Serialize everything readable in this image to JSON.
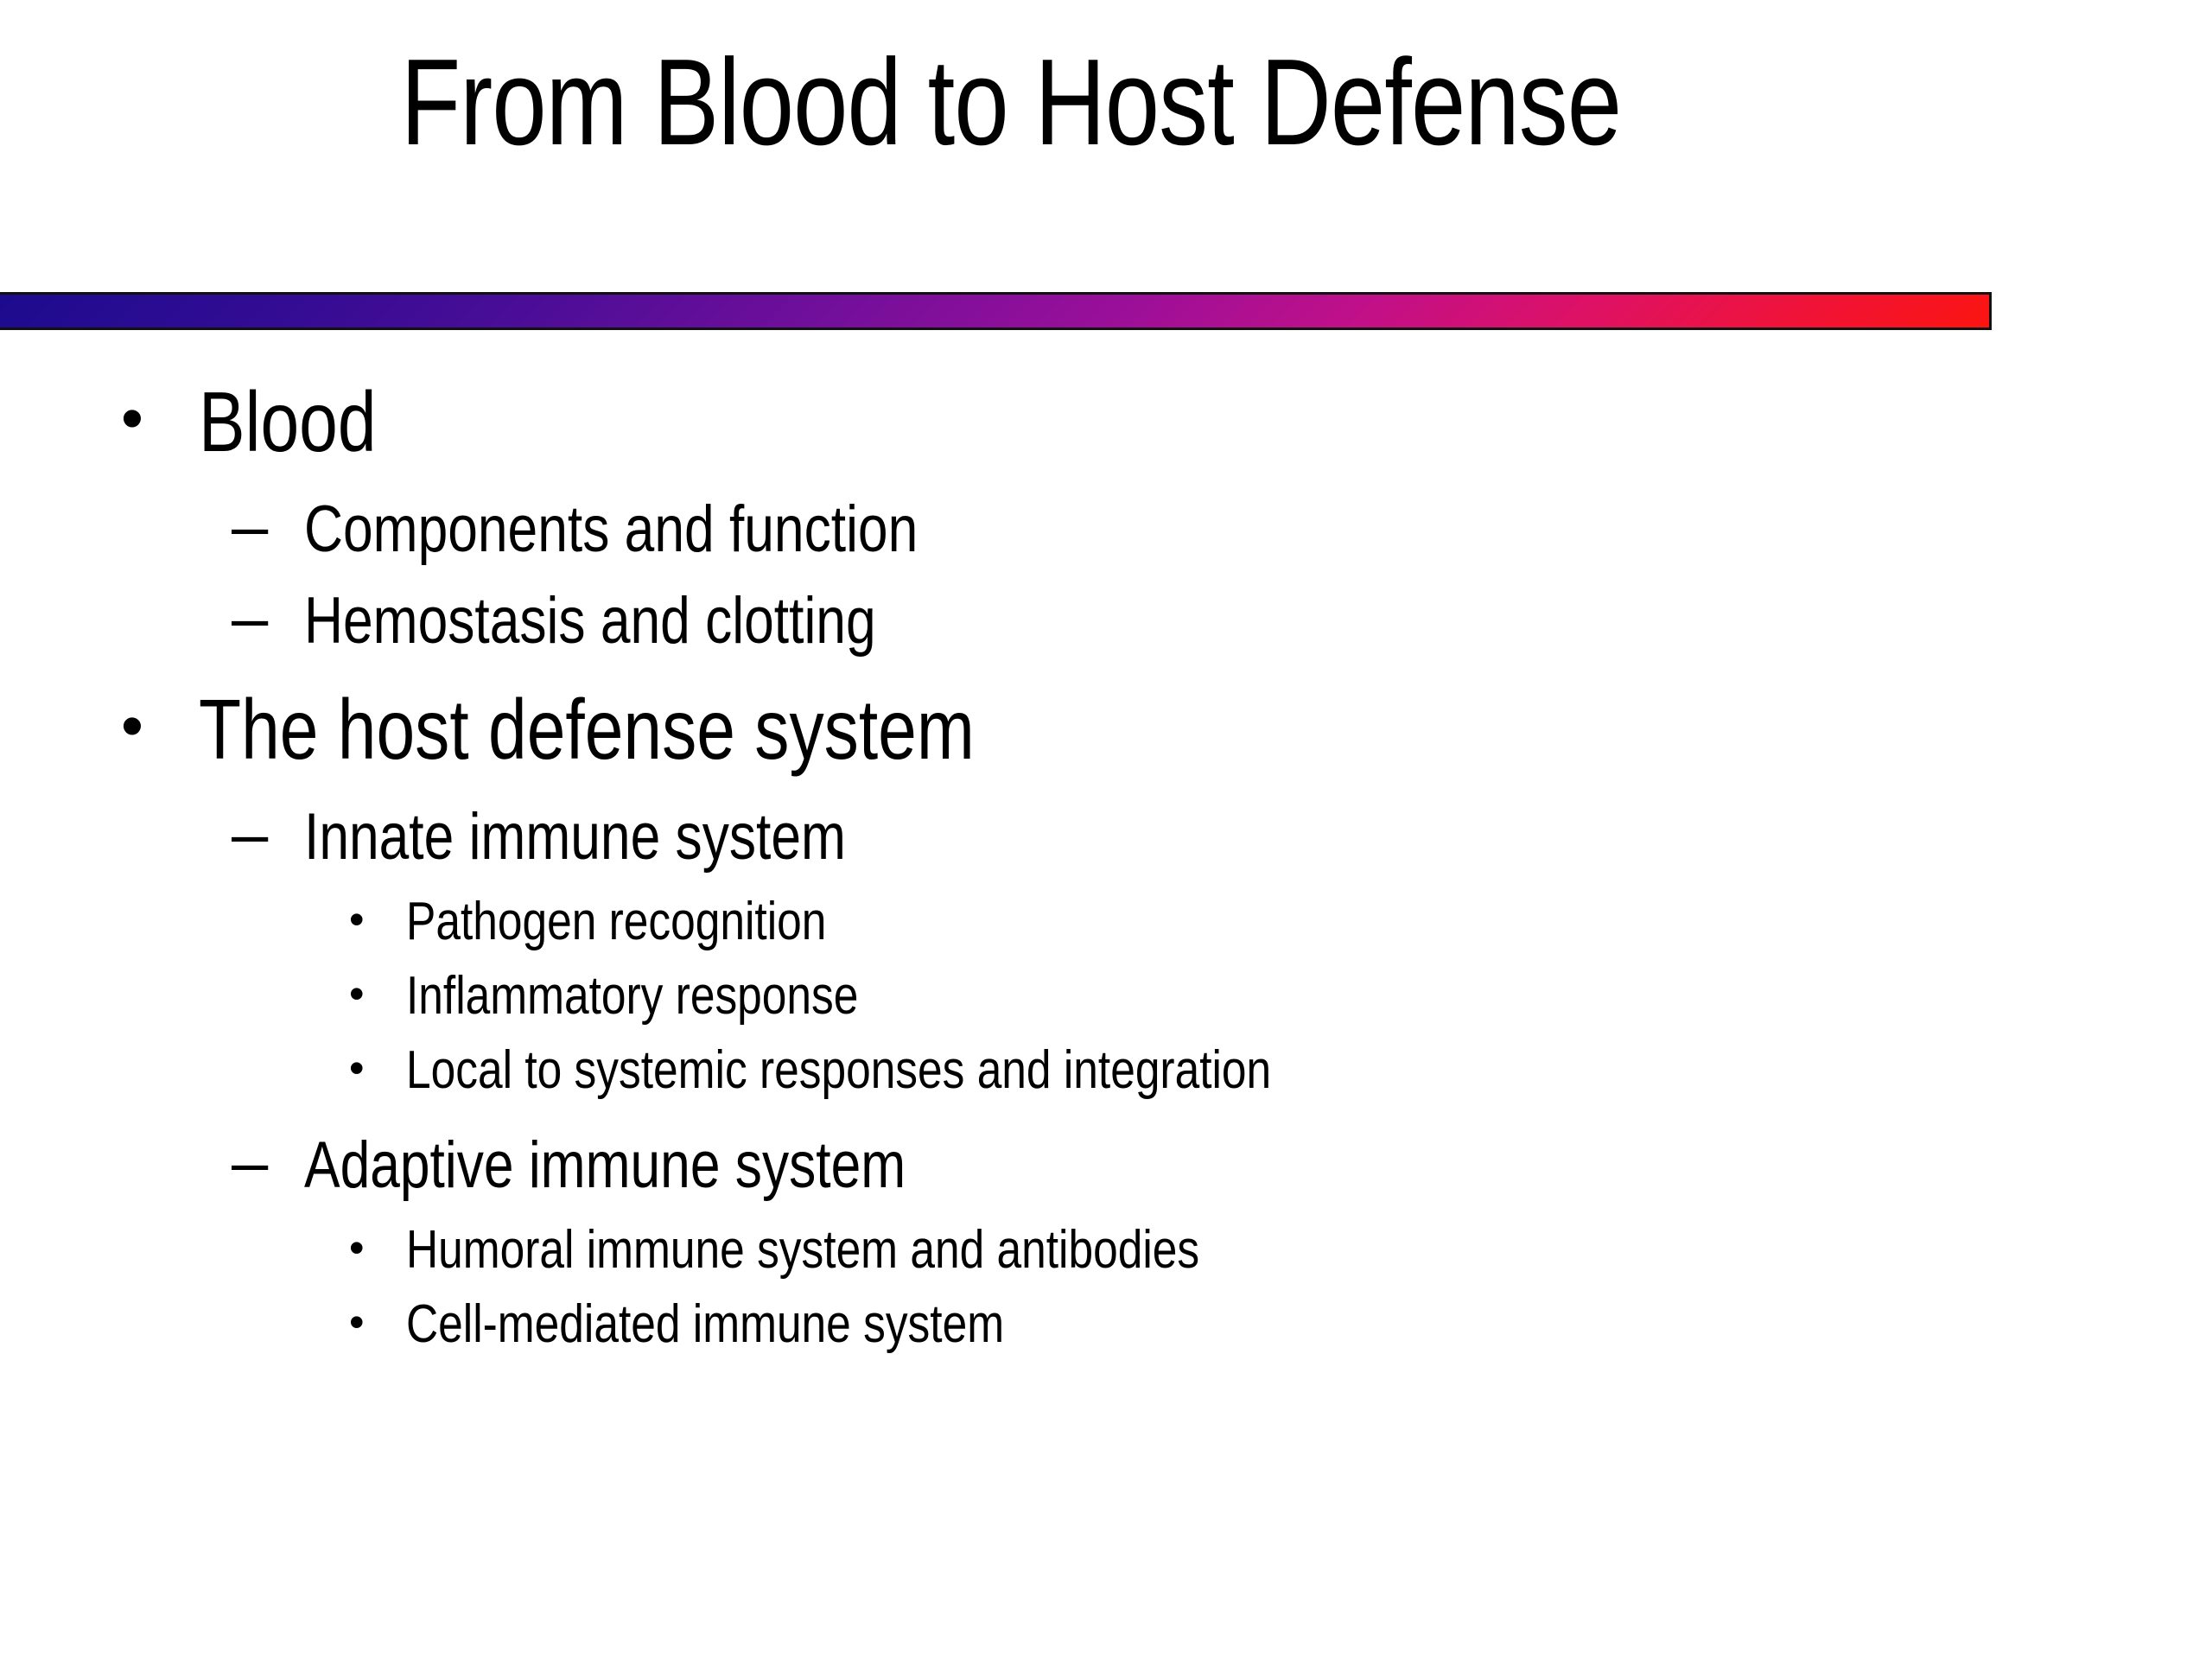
{
  "slide": {
    "title": "From Blood to Host Defense",
    "background_color": "#ffffff",
    "text_color": "#000000",
    "divider": {
      "name": "gradient-rule",
      "gradient_start_color": "#1c0b8e",
      "gradient_mid_color": "#9a0f99",
      "gradient_end_color": "#fb1410",
      "border_color": "#111111"
    },
    "markers": {
      "level1_bullet": "•",
      "level2_bullet": "–",
      "level3_bullet": "•"
    },
    "outline": [
      {
        "level": 1,
        "text": "Blood"
      },
      {
        "level": 2,
        "text": "Components and function"
      },
      {
        "level": 2,
        "text": "Hemostasis and clotting"
      },
      {
        "level": 1,
        "text": "The host defense system"
      },
      {
        "level": 2,
        "text": "Innate immune system"
      },
      {
        "level": 3,
        "text": "Pathogen recognition"
      },
      {
        "level": 3,
        "text": "Inflammatory response"
      },
      {
        "level": 3,
        "text": "Local to systemic responses and integration"
      },
      {
        "level": 2,
        "text": "Adaptive immune system"
      },
      {
        "level": 3,
        "text": "Humoral immune system and antibodies"
      },
      {
        "level": 3,
        "text": "Cell-mediated immune system"
      }
    ]
  }
}
